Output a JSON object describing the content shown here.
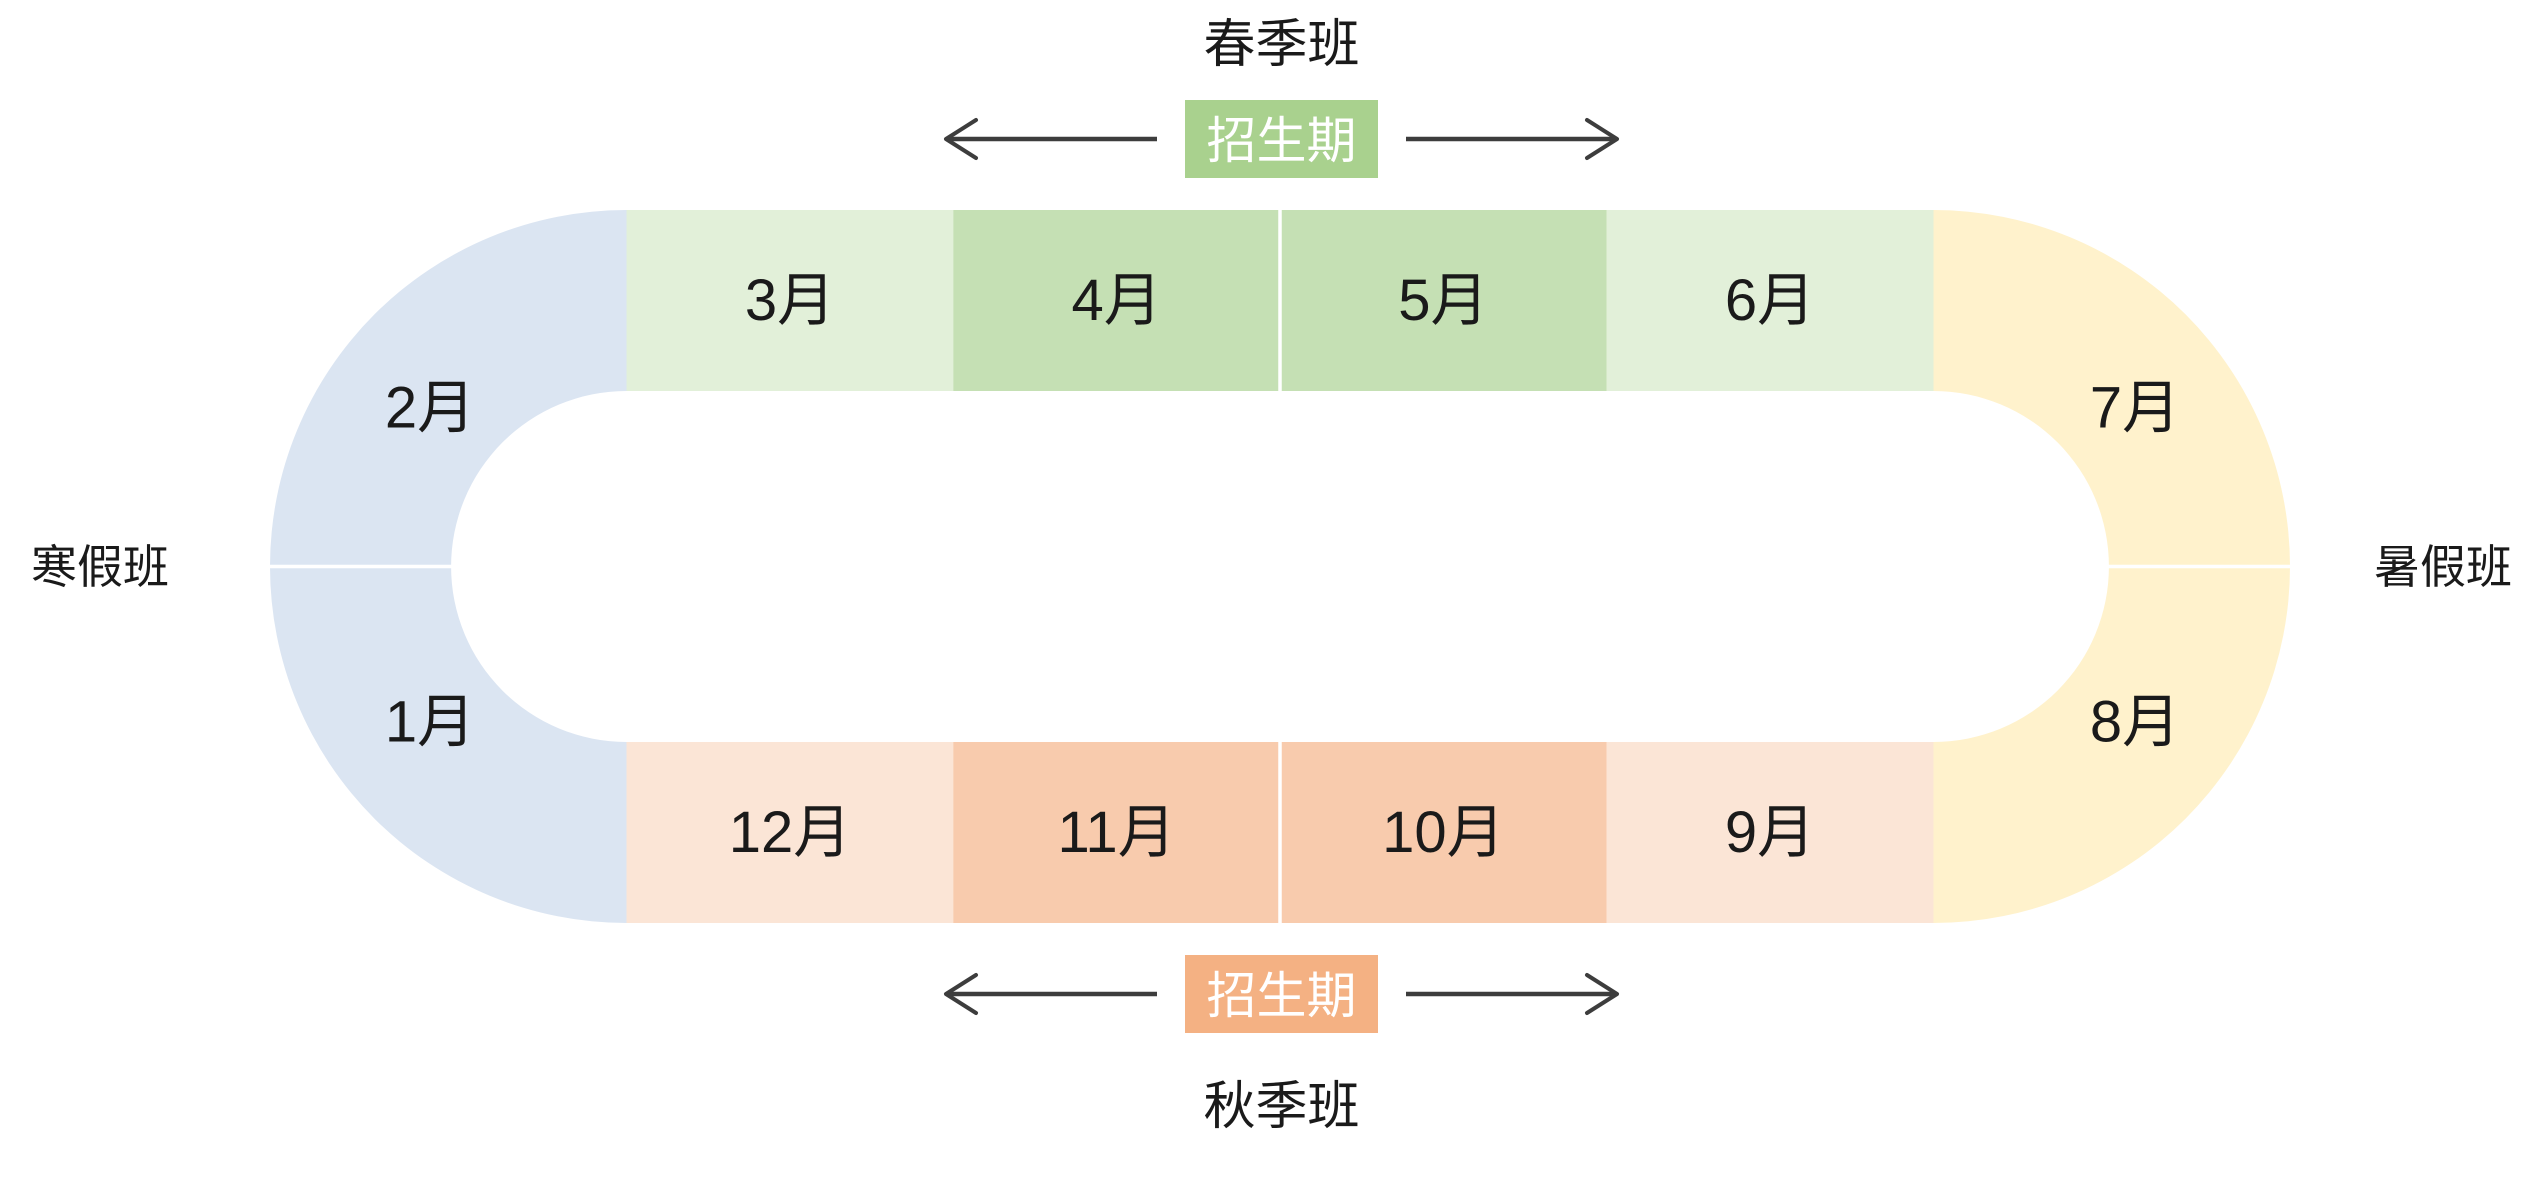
{
  "seasons": {
    "spring": {
      "title": "春季班",
      "badge": "招生期"
    },
    "autumn": {
      "title": "秋季班",
      "badge": "招生期"
    },
    "winter": {
      "label": "寒假班"
    },
    "summer": {
      "label": "暑假班"
    }
  },
  "months": {
    "m1": "1月",
    "m2": "2月",
    "m3": "3月",
    "m4": "4月",
    "m5": "5月",
    "m6": "6月",
    "m7": "7月",
    "m8": "8月",
    "m9": "9月",
    "m10": "10月",
    "m11": "11月",
    "m12": "12月"
  },
  "colors": {
    "winter_blue": "#DBE5F2",
    "spring_light": "#E2F0D9",
    "spring_dark": "#C5E0B4",
    "spring_badge": "#A9D18E",
    "summer_yellow": "#FFF2CC",
    "autumn_light": "#FBE5D6",
    "autumn_dark": "#F8CBAD",
    "autumn_badge": "#F4B183",
    "ink": "#1A1A1A",
    "badge_text": "#FFFFFF",
    "arrow": "#3D3D3D"
  }
}
